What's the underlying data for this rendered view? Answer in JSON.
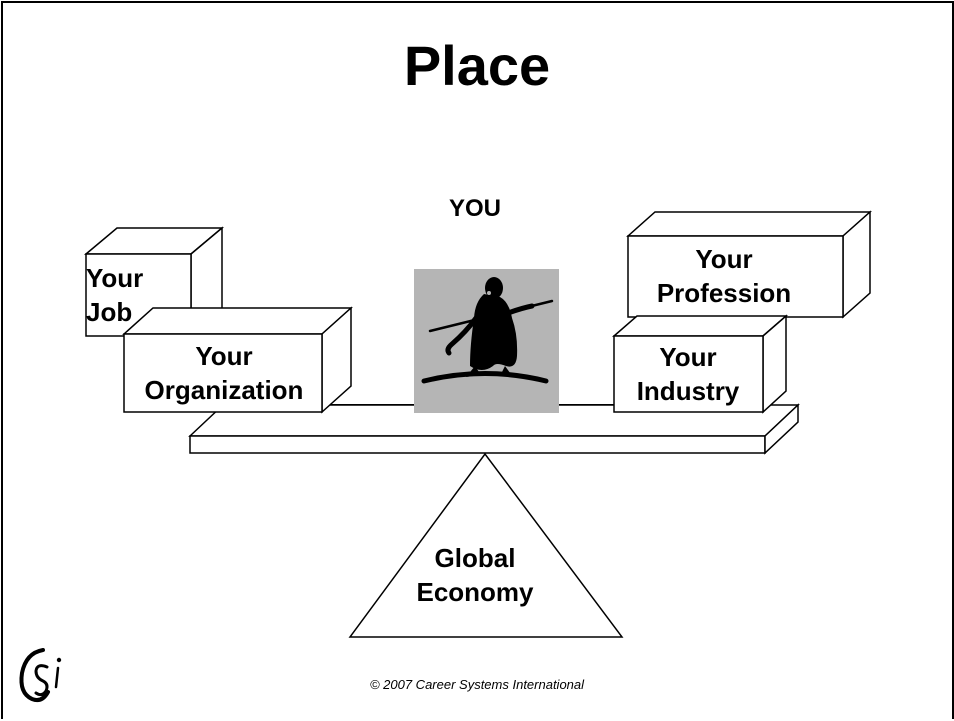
{
  "slide": {
    "title": "Place",
    "center_label": "YOU",
    "boxes": {
      "job": {
        "line1": "Your",
        "line2": "Job"
      },
      "organization": {
        "line1": "Your",
        "line2": "Organization"
      },
      "profession": {
        "line1": "Your",
        "line2": "Profession"
      },
      "industry": {
        "line1": "Your",
        "line2": "Industry"
      }
    },
    "fulcrum": {
      "line1": "Global",
      "line2": "Economy"
    },
    "copyright": "© 2007 Career Systems International",
    "logo_icon": "csi-logo-icon",
    "figure_icon": "tightrope-walker-icon",
    "colors": {
      "figure_bg": "#b5b5b5",
      "ink": "#000000",
      "paper": "#ffffff"
    }
  }
}
